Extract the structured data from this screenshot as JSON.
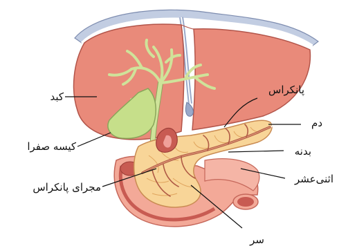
{
  "labels": {
    "liver": "کبد",
    "pancreas": "پانکراس",
    "tail": "دم",
    "body": "بدنه",
    "gallbladder": "کیسه صفرا",
    "duodenum": "اثنی‌عشر",
    "pancreatic_duct": "مجرای پانکراس",
    "head": "سر"
  },
  "colors": {
    "liver": "#e98a7a",
    "liver_outline": "#b25449",
    "diaphragm": "#9aa9c9",
    "bile_ducts": "#cfe39a",
    "gallbladder": "#c6df8a",
    "pancreas": "#f8d598",
    "pancreas_outline": "#c98b52",
    "duodenum": "#f3a998",
    "duodenum_inner": "#c85b52",
    "pancreatic_duct": "#b05a45"
  }
}
